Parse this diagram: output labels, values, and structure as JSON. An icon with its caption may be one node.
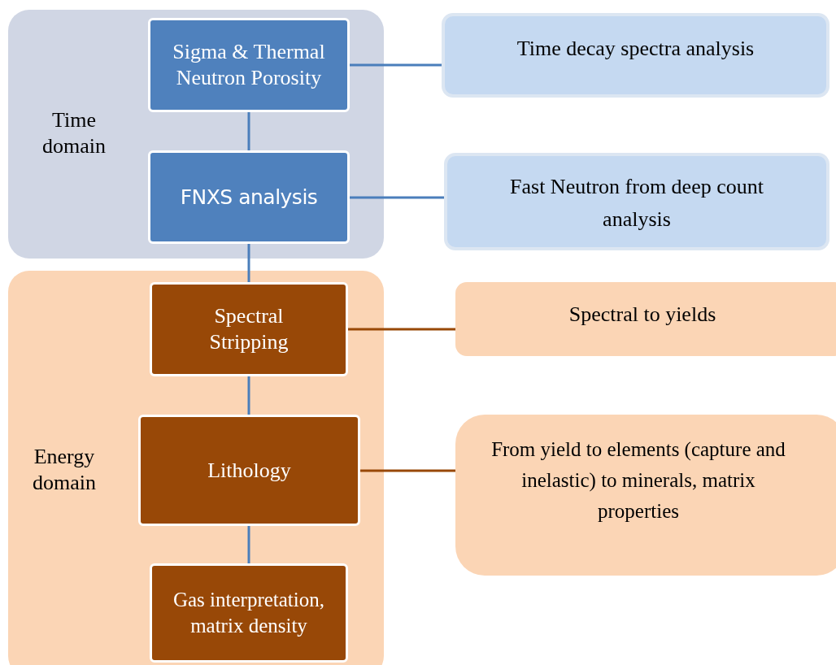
{
  "diagram": {
    "nodes": [
      {
        "text": [
          "Time domain"
        ]
      },
      {
        "text": [
          "Sigma & Thermal Neutron Porosity"
        ],
        "in": 0
      },
      {
        "text": [
          "FNXS analysis"
        ],
        "in": 0
      },
      {
        "text": [
          "Energy domain"
        ]
      },
      {
        "text": [
          "Spectral Stripping"
        ],
        "in": 3
      },
      {
        "text": [
          "Lithology"
        ],
        "in": 3
      },
      {
        "text": [
          "Gas interpretation, matrix density"
        ],
        "in": 3
      },
      {
        "text": [
          "Time decay spectra analysis"
        ]
      },
      {
        "text": [
          "Fast Neutron from deep count analysis"
        ]
      },
      {
        "text": [
          "Spectral to yields"
        ]
      },
      {
        "text": [
          "From yield to elements (capture and inelastic) to minerals, matrix properties"
        ]
      }
    ],
    "edges": [
      {
        "from": 1,
        "to": 2,
        "arrow": "none"
      },
      {
        "from": 2,
        "to": 4,
        "arrow": "none"
      },
      {
        "from": 4,
        "to": 5,
        "arrow": "none"
      },
      {
        "from": 5,
        "to": 6,
        "arrow": "none"
      },
      {
        "from": 1,
        "to": 7,
        "arrow": "none"
      },
      {
        "from": 2,
        "to": 8,
        "arrow": "none"
      },
      {
        "from": 4,
        "to": 9,
        "arrow": "none",
        "color": "#984807"
      },
      {
        "from": 5,
        "to": 10,
        "arrow": "none",
        "color": "#984807"
      }
    ]
  }
}
